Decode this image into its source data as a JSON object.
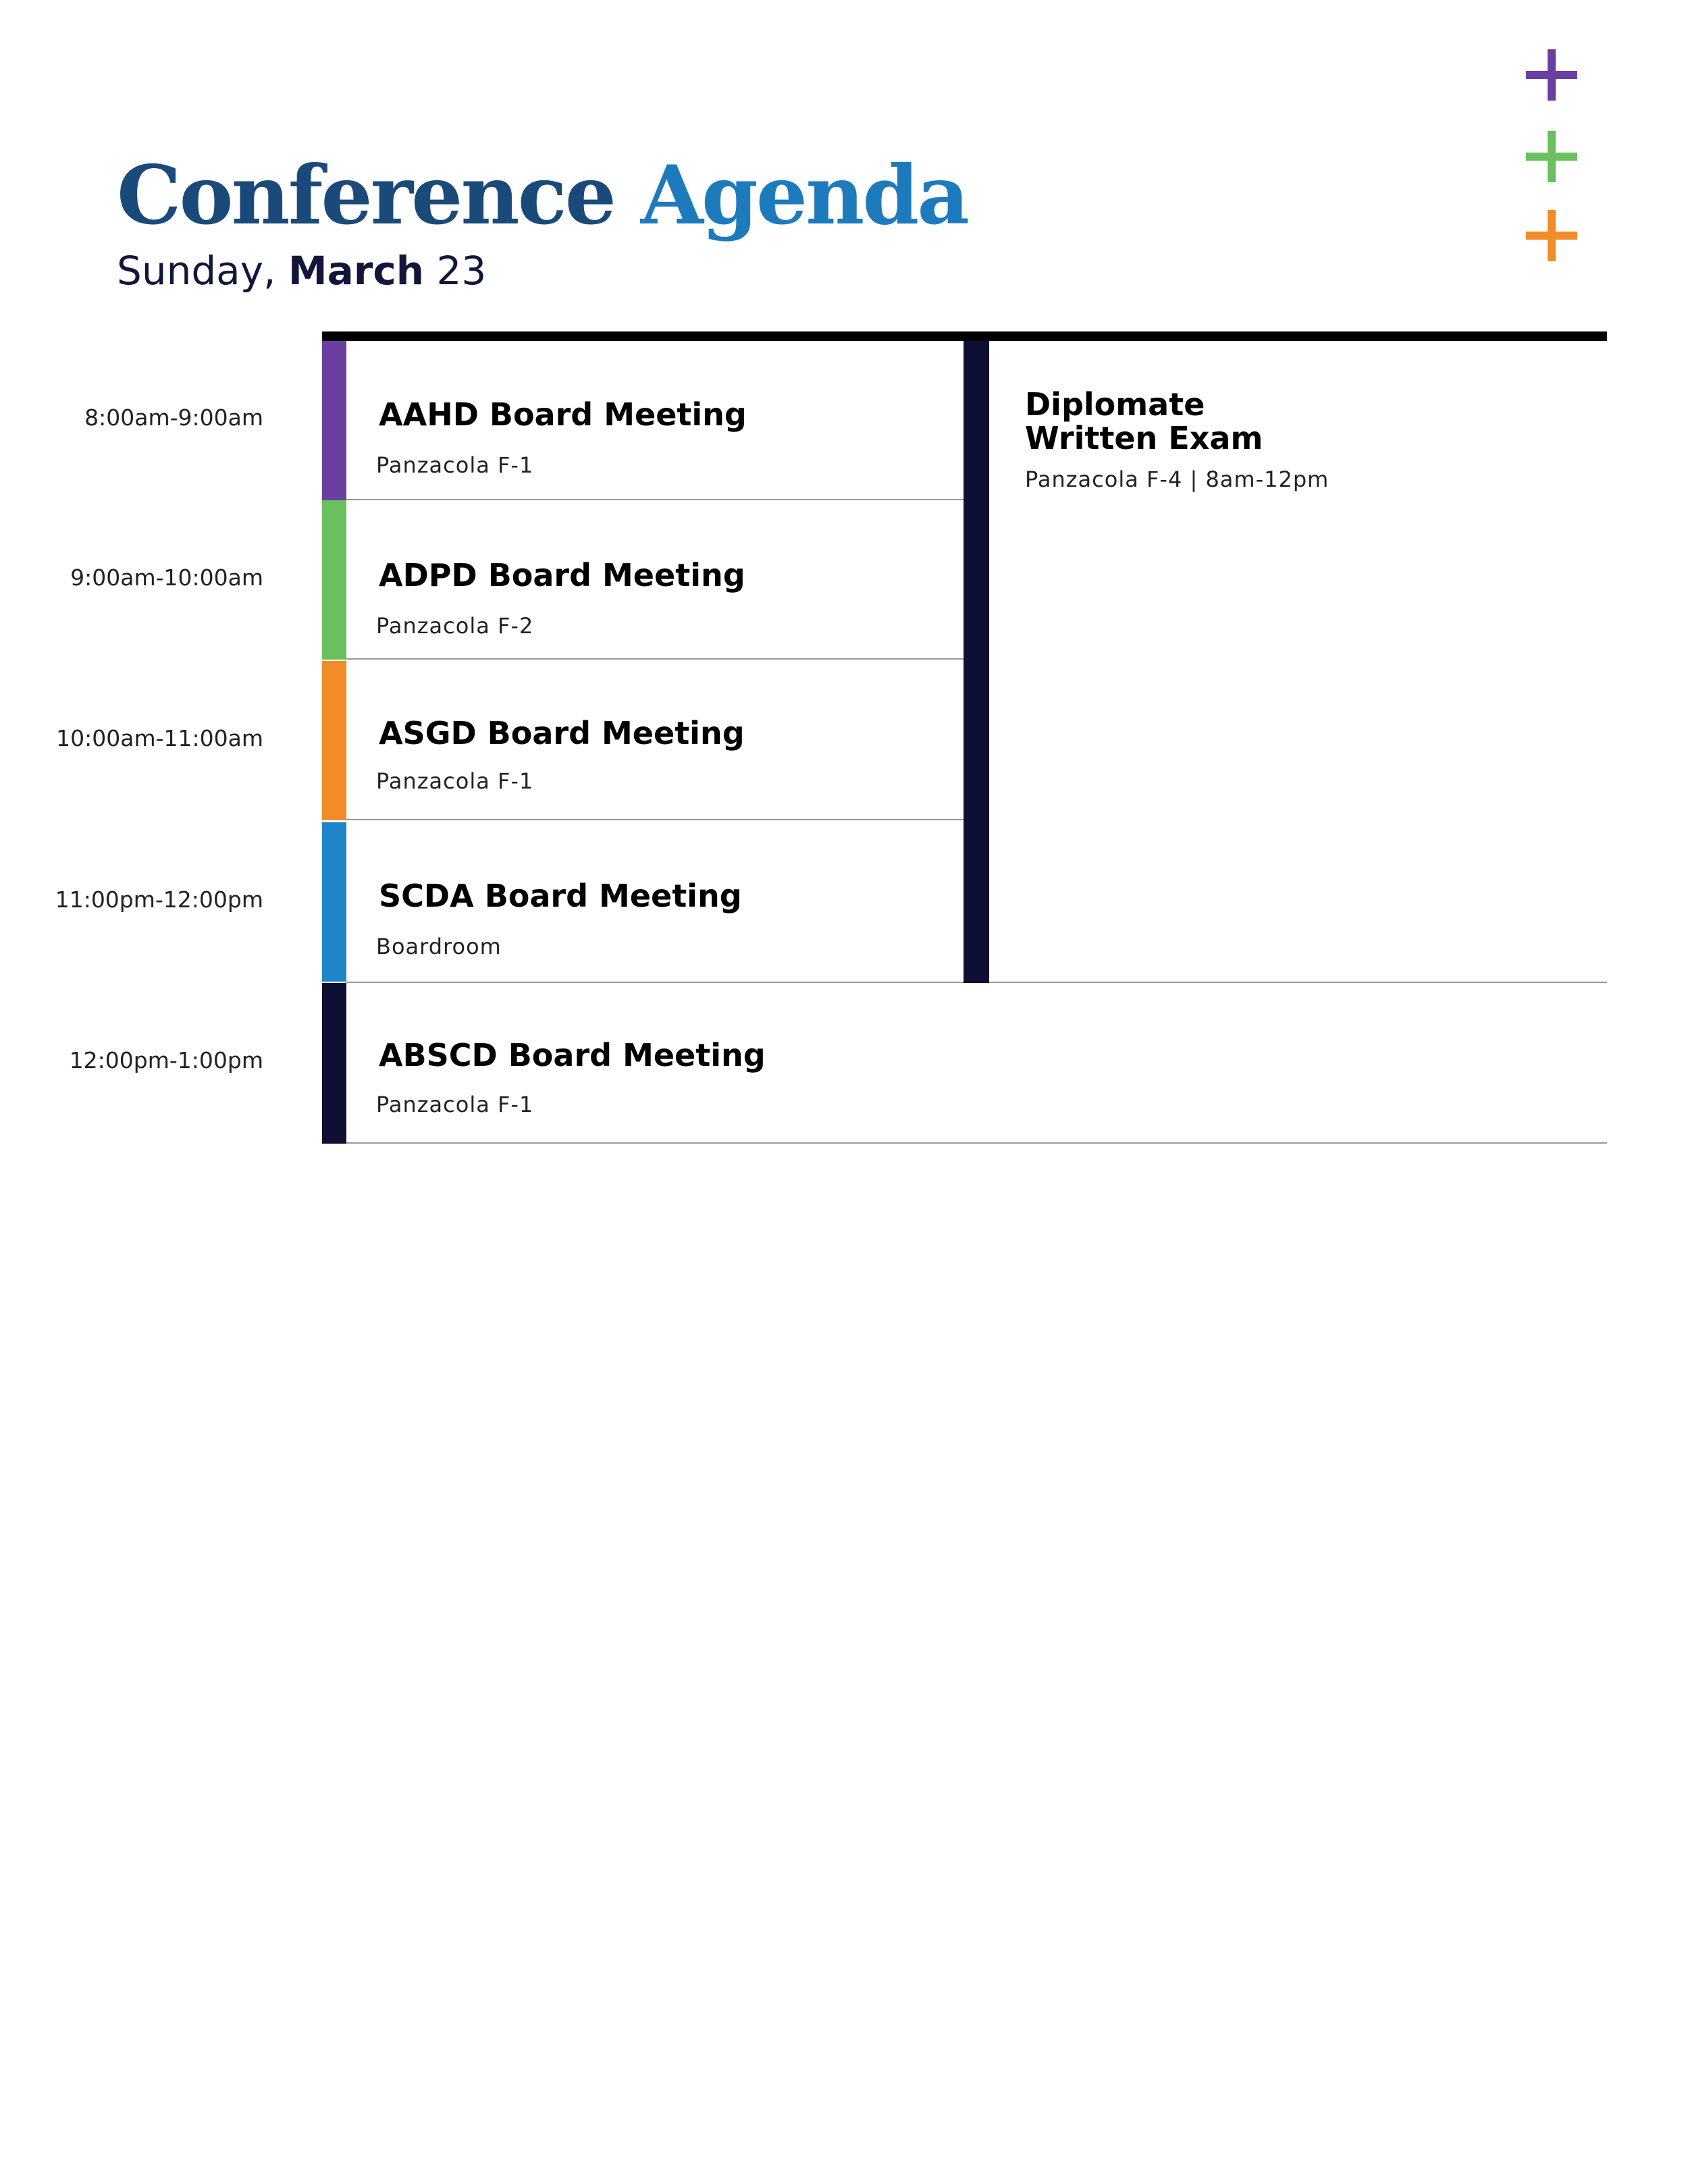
{
  "header": {
    "title_word1": "Conference",
    "title_word2": "Agenda",
    "subtitle_day": "Sunday,",
    "subtitle_month": "March",
    "subtitle_date": "23"
  },
  "decorations": {
    "plus_colors": [
      "#6b3fa0",
      "#6abf5e",
      "#f28c28"
    ]
  },
  "colors": {
    "title_dark": "#1a4a7a",
    "title_light": "#1d7bbd",
    "navy": "#0e0f33",
    "purple": "#6b3fa0",
    "green": "#6abf5e",
    "orange": "#f28c28",
    "blue": "#1e86c8"
  },
  "schedule": [
    {
      "time": "8:00am-9:00am",
      "title": "AAHD Board Meeting",
      "location": "Panzacola F-1",
      "color": "#6b3fa0"
    },
    {
      "time": "9:00am-10:00am",
      "title": "ADPD Board Meeting",
      "location": "Panzacola F-2",
      "color": "#6abf5e"
    },
    {
      "time": "10:00am-11:00am",
      "title": "ASGD Board Meeting",
      "location": "Panzacola F-1",
      "color": "#f28c28"
    },
    {
      "time": "11:00pm-12:00pm",
      "title": "SCDA Board Meeting",
      "location": "Boardroom",
      "color": "#1e86c8"
    },
    {
      "time": "12:00pm-1:00pm",
      "title": "ABSCD Board Meeting",
      "location": "Panzacola F-1",
      "color": "#0e0f33"
    }
  ],
  "exam": {
    "title_line1": "Diplomate",
    "title_line2": "Written Exam",
    "location": "Panzacola F-4 | 8am-12pm"
  }
}
